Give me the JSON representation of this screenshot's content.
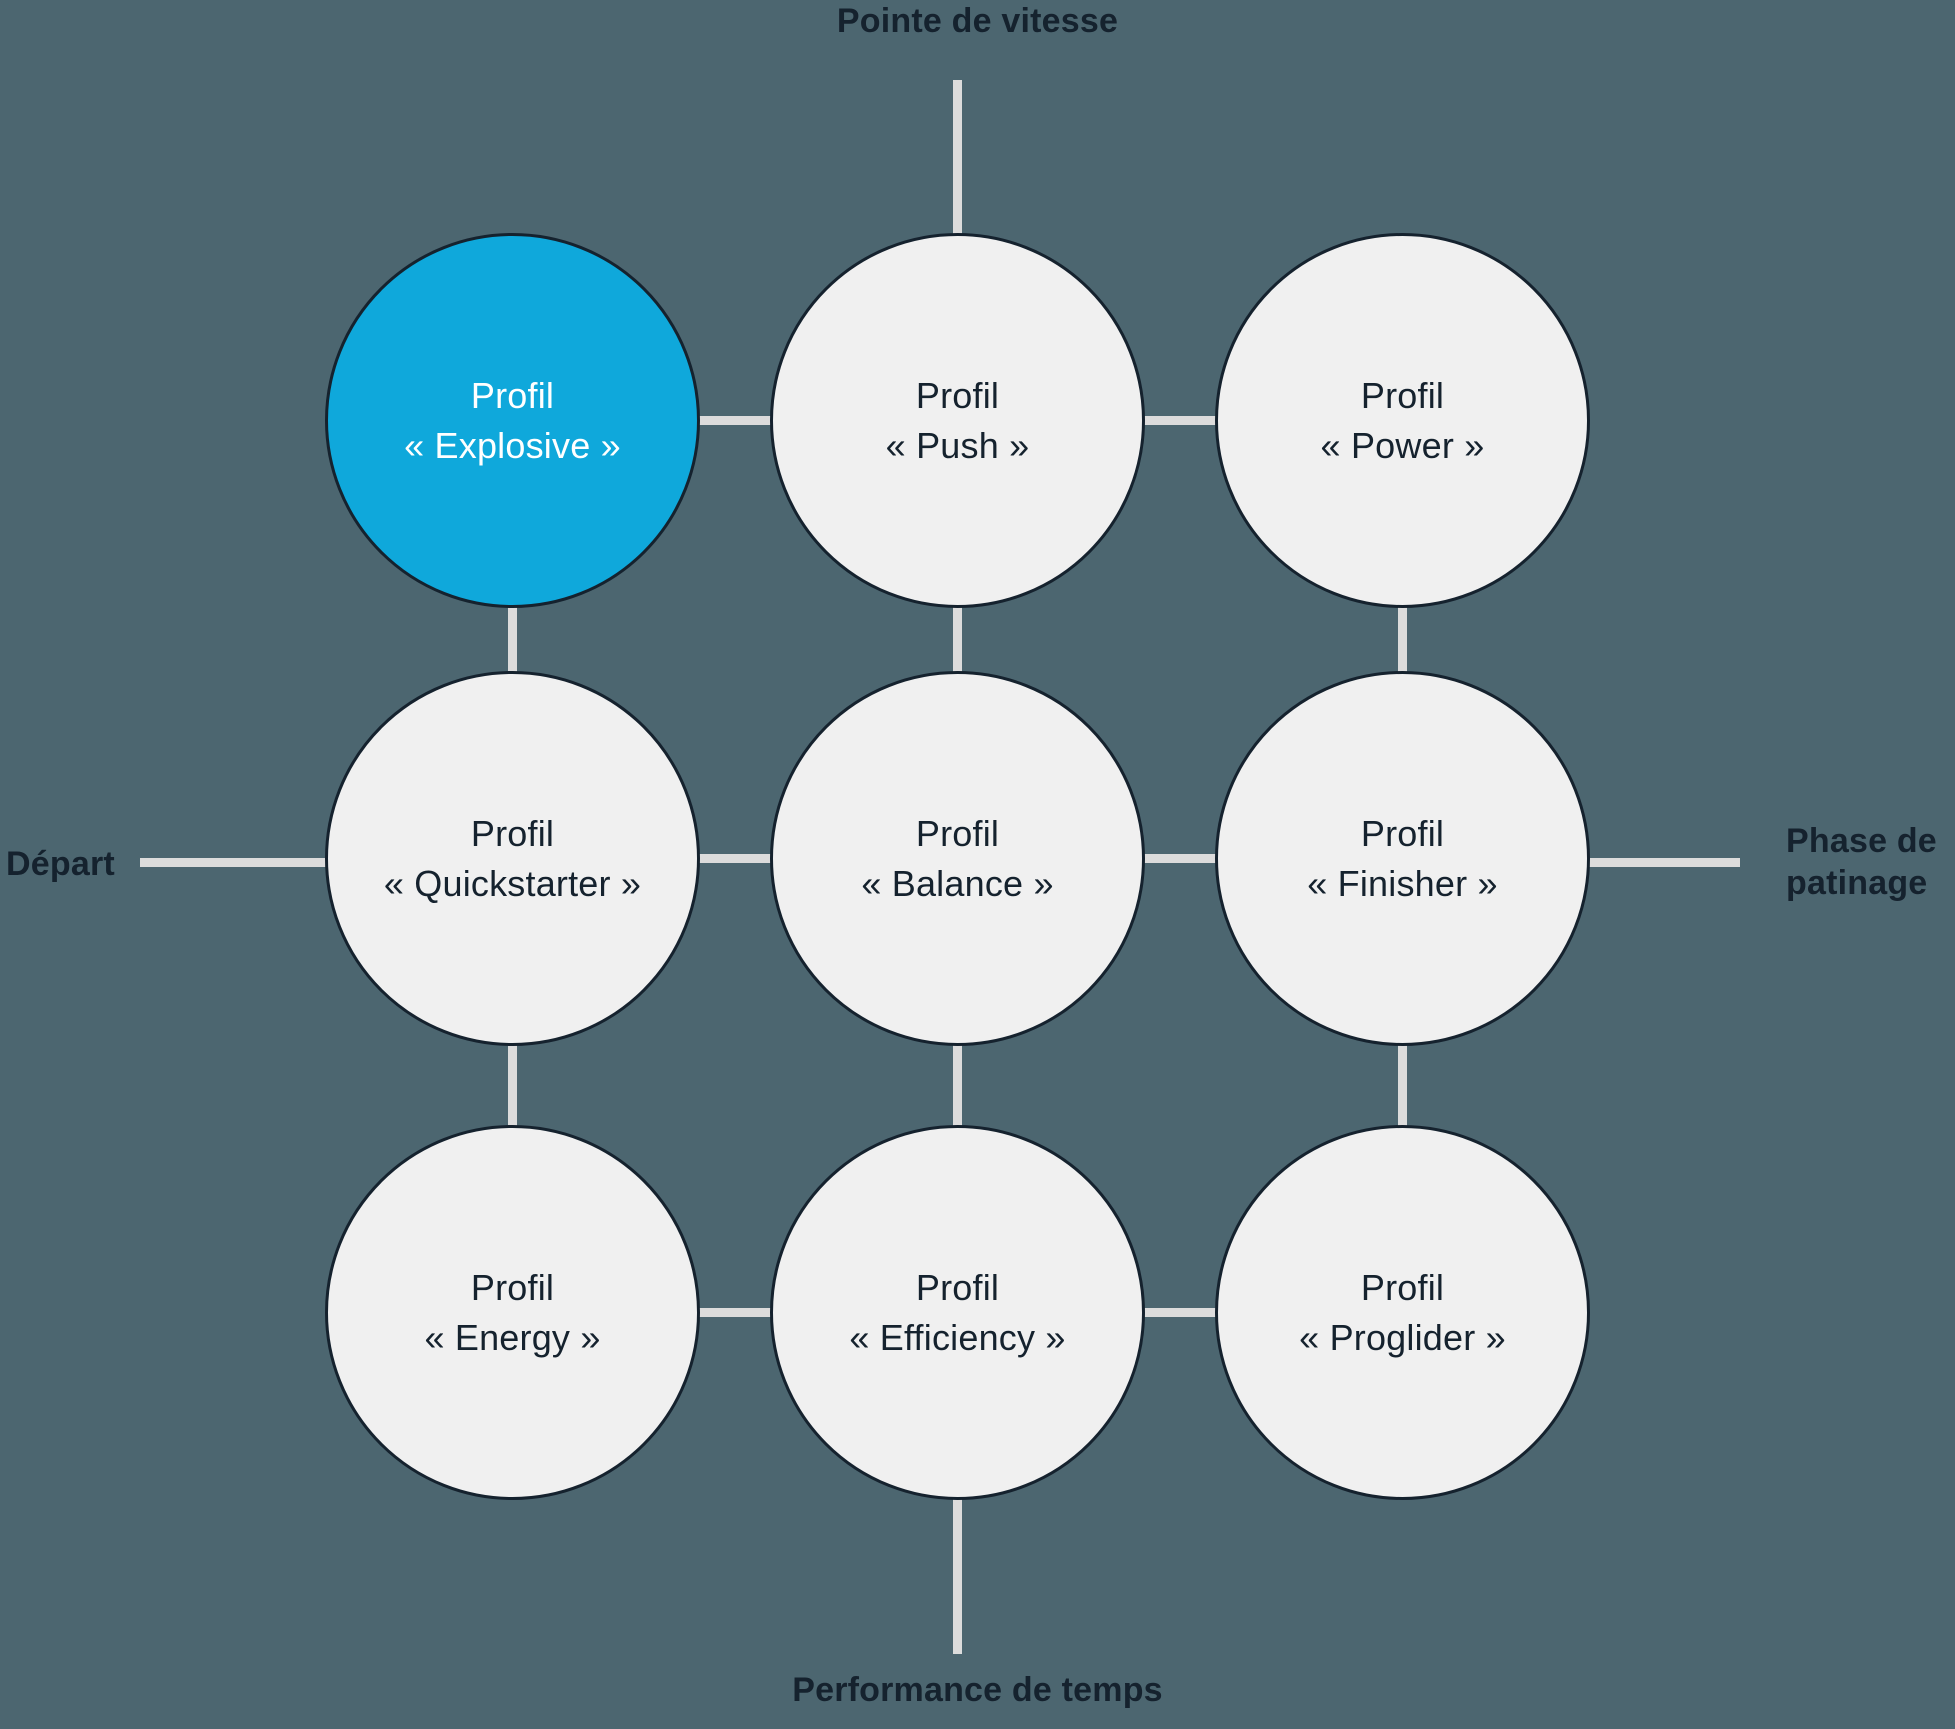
{
  "diagram": {
    "title_axes": {
      "top": "Pointe de vitesse",
      "bottom": "Performance de temps",
      "left": "Départ",
      "right": "Phase de\npatinage"
    },
    "colors": {
      "background": "#4C6670",
      "node_fill": "#F0F0F0",
      "node_border": "#15222E",
      "node_highlight_fill": "#0FA8DB",
      "node_highlight_text": "#FFFFFF",
      "connector": "#DCDCDC",
      "text": "#15222E"
    },
    "node_prefix": "Profil",
    "nodes": [
      {
        "id": "explosive",
        "row": 0,
        "col": 0,
        "prefix": "Profil",
        "name": "« Explosive »",
        "highlighted": true
      },
      {
        "id": "push",
        "row": 0,
        "col": 1,
        "prefix": "Profil",
        "name": "« Push »",
        "highlighted": false
      },
      {
        "id": "power",
        "row": 0,
        "col": 2,
        "prefix": "Profil",
        "name": "« Power »",
        "highlighted": false
      },
      {
        "id": "quickstarter",
        "row": 1,
        "col": 0,
        "prefix": "Profil",
        "name": "« Quickstarter »",
        "highlighted": false
      },
      {
        "id": "balance",
        "row": 1,
        "col": 1,
        "prefix": "Profil",
        "name": "« Balance »",
        "highlighted": false
      },
      {
        "id": "finisher",
        "row": 1,
        "col": 2,
        "prefix": "Profil",
        "name": "« Finisher »",
        "highlighted": false
      },
      {
        "id": "energy",
        "row": 2,
        "col": 0,
        "prefix": "Profil",
        "name": "« Energy »",
        "highlighted": false
      },
      {
        "id": "efficiency",
        "row": 2,
        "col": 1,
        "prefix": "Profil",
        "name": "« Efficiency »",
        "highlighted": false
      },
      {
        "id": "proglider",
        "row": 2,
        "col": 2,
        "prefix": "Profil",
        "name": "« Proglider »",
        "highlighted": false
      }
    ]
  }
}
